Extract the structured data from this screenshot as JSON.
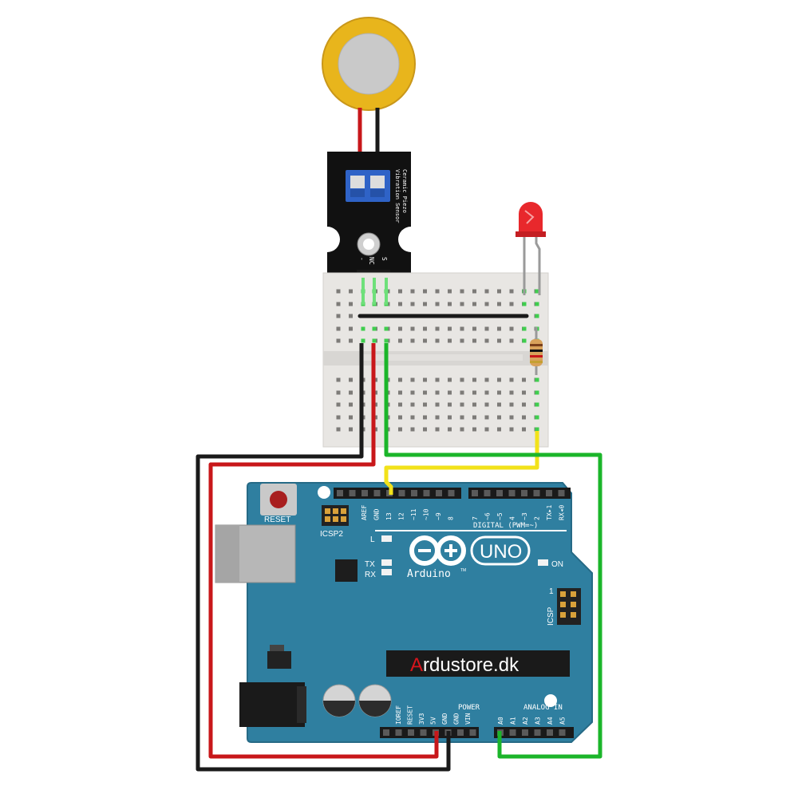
{
  "colors": {
    "board": "#2f7fa0",
    "wire_black": "#1a1a1a",
    "wire_red": "#c8171a",
    "wire_green": "#1bb52a",
    "wire_yellow": "#f2e21a",
    "piezo_rim": "#e8b51c",
    "piezo_center": "#c9c9c9",
    "led": "#e8282c",
    "breadboard": "#e8e6e3"
  },
  "sensor": {
    "title_line1": "Ceramic Piezo",
    "title_line2": "Vibration Sensor",
    "pin_minus": "-",
    "pin_nc": "NC",
    "pin_s": "S"
  },
  "arduino": {
    "reset_label": "RESET",
    "icsp2_label": "ICSP2",
    "icsp_label": "ICSP",
    "icsp_pin1": "1",
    "led_l": "L",
    "led_tx": "TX",
    "led_rx": "RX",
    "on_label": "ON",
    "uno_label": "UNO",
    "arduino_label": "Arduino",
    "tm": "TM",
    "digital_label": "DIGITAL (PWM=~)",
    "digital_top_pins": [
      "AREF",
      "GND",
      "13",
      "12",
      "~11",
      "~10",
      "~9",
      "8"
    ],
    "digital_top_pins2": [
      "7",
      "~6",
      "~5",
      "4",
      "~3",
      "2",
      "TX▸1",
      "RX◂0"
    ],
    "power_label": "POWER",
    "analog_label": "ANALOG IN",
    "power_pins": [
      "IOREF",
      "RESET",
      "3V3",
      "5V",
      "GND",
      "GND",
      "VIN"
    ],
    "analog_pins": [
      "A0",
      "A1",
      "A2",
      "A3",
      "A4",
      "A5"
    ]
  },
  "watermark": {
    "first_letter": "A",
    "rest": "rdustore.dk"
  }
}
